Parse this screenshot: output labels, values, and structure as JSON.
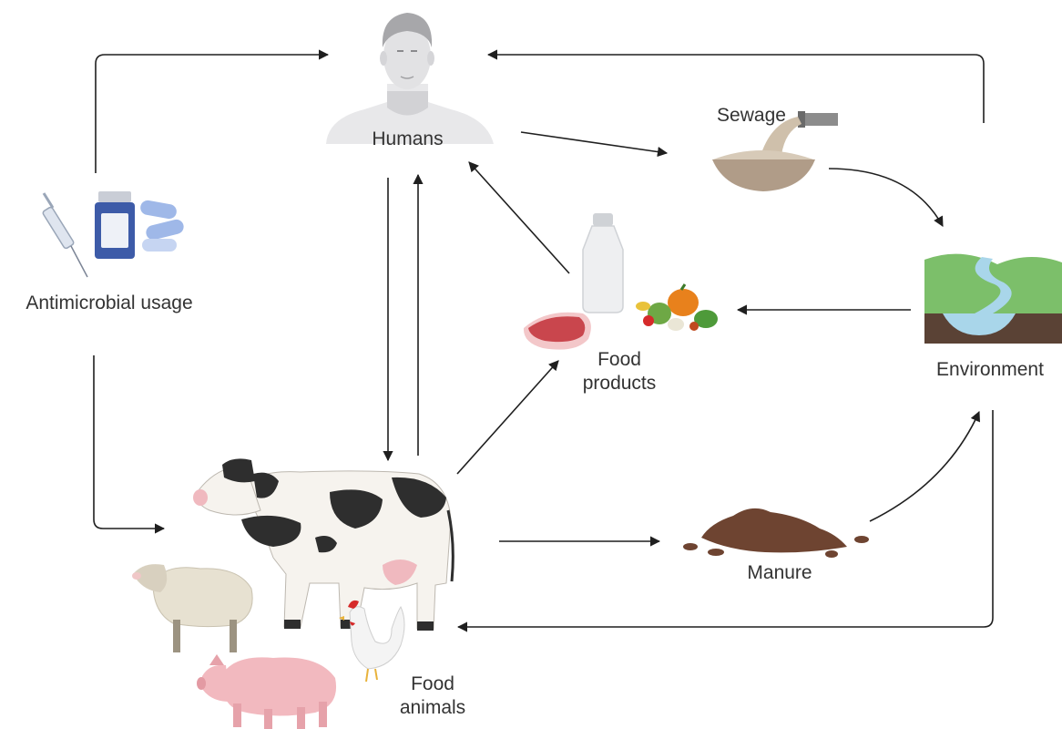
{
  "labels": {
    "humans": "Humans",
    "sewage": "Sewage",
    "antimicrobial": "Antimicrobial usage",
    "food_products_line1": "Food",
    "food_products_line2": "products",
    "environment": "Environment",
    "manure": "Manure",
    "food_animals_line1": "Food",
    "food_animals_line2": "animals"
  },
  "icons": [
    "human-icon",
    "syringe-icon",
    "pill-bottle-icon",
    "capsule-icon",
    "sewage-icon",
    "milk-bottle-icon",
    "meat-icon",
    "vegetables-icon",
    "environment-landscape-icon",
    "manure-icon",
    "cow-icon",
    "sheep-icon",
    "pig-icon",
    "chicken-icon"
  ],
  "colors": {
    "arrow": "#1f1f1f",
    "text": "#333333",
    "grass": "#7cbf6a",
    "soil": "#5a4235",
    "water": "#a9d6ea",
    "manure": "#6e4431",
    "skin": "#e3e3e5",
    "pig": "#f2b9bf"
  }
}
